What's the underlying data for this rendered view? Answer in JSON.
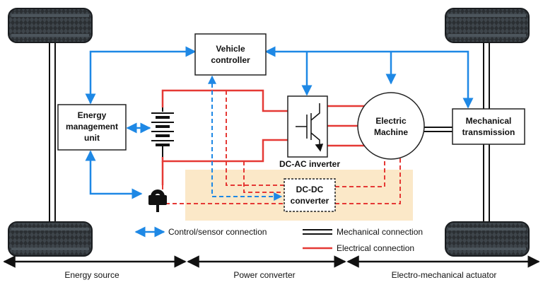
{
  "colors": {
    "control": "#1e88e5",
    "electrical": "#e53935",
    "mechanical": "#111111",
    "converter_zone": "#fbe8c8",
    "tire": "#2b2f33"
  },
  "blocks": {
    "vehicle_controller": [
      "Vehicle",
      "controller"
    ],
    "energy_management": [
      "Energy",
      "management",
      "unit"
    ],
    "electric_machine": [
      "Electric",
      "Machine"
    ],
    "mechanical_transmission": [
      "Mechanical",
      "transmission"
    ],
    "dc_dc_converter": [
      "DC-DC",
      "converter"
    ],
    "dc_ac_inverter_label": "DC-AC inverter"
  },
  "icons": {
    "battery": "battery-icon",
    "plug": "plug-icon",
    "inverter": "igbt-transistor-icon",
    "wheel": "tire-icon"
  },
  "legend": {
    "control": "Control/sensor connection",
    "mechanical": "Mechanical connection",
    "electrical": "Electrical connection"
  },
  "sections": {
    "energy_source": "Energy source",
    "power_converter": "Power converter",
    "electro_mechanical": "Electro-mechanical actuator"
  }
}
